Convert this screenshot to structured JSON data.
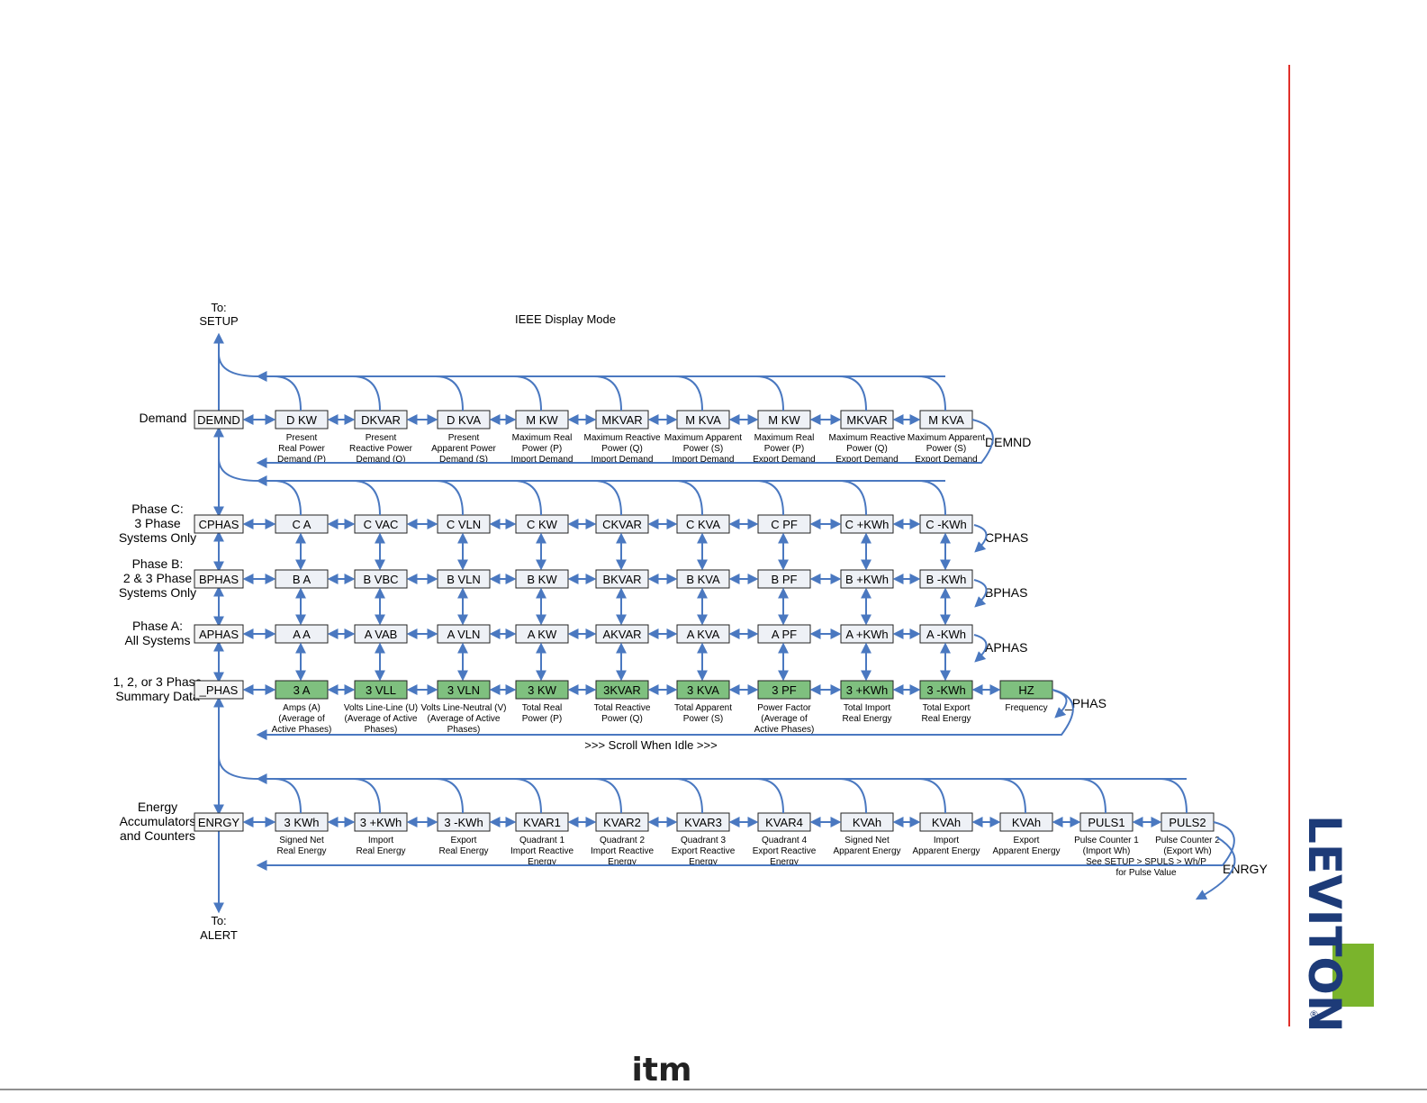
{
  "title": "IEEE Display Mode",
  "nav": {
    "to_setup": [
      "To:",
      "SETUP"
    ],
    "to_alert": [
      "To:",
      "ALERT"
    ]
  },
  "scroll_note": ">>>  Scroll When Idle  >>>",
  "colors": {
    "connector": "#4a78c0",
    "green_box": "#7fc07f",
    "box": "#eef1f6",
    "accent_red": "#e0302a",
    "brand_blue": "#1d3b78",
    "brand_green": "#7ab42c"
  },
  "brand": {
    "logo": "LEVITON",
    "registered": "®",
    "footer_logo": "itm"
  },
  "rows": [
    {
      "id": "demand",
      "row_label": [
        "Demand"
      ],
      "mode": "DEMND",
      "return_label": "DEMND",
      "items": [
        {
          "code": "D    KW",
          "desc": [
            "Present",
            "Real Power",
            "Demand (P)"
          ]
        },
        {
          "code": "DKVAR",
          "desc": [
            "Present",
            "Reactive Power",
            "Demand (Q)"
          ]
        },
        {
          "code": "D  KVA",
          "desc": [
            "Present",
            "Apparent Power",
            "Demand (S)"
          ]
        },
        {
          "code": "M   KW",
          "desc": [
            "Maximum  Real",
            "Power (P)",
            "Import Demand"
          ]
        },
        {
          "code": "MKVAR",
          "desc": [
            "Maximum Reactive",
            "Power  (Q)",
            "Import Demand"
          ]
        },
        {
          "code": "M  KVA",
          "desc": [
            "Maximum Apparent",
            "Power (S)",
            "Import Demand"
          ]
        },
        {
          "code": "M    KW",
          "desc": [
            "Maximum  Real",
            "Power (P)",
            "Export Demand"
          ]
        },
        {
          "code": "MKVAR",
          "desc": [
            "Maximum Reactive",
            "Power  (Q)",
            "Export Demand"
          ]
        },
        {
          "code": "M  KVA",
          "desc": [
            "Maximum Apparent",
            "Power (S)",
            "Export Demand"
          ]
        }
      ]
    },
    {
      "id": "phase-c",
      "row_label": [
        "Phase C:",
        "3 Phase",
        "Systems Only"
      ],
      "mode": "CPHAS",
      "return_label": "CPHAS",
      "items": [
        {
          "code": "C     A"
        },
        {
          "code": "C VAC"
        },
        {
          "code": "C  VLN"
        },
        {
          "code": "C    KW"
        },
        {
          "code": "CKVAR"
        },
        {
          "code": "C   KVA"
        },
        {
          "code": "C    PF"
        },
        {
          "code": "C +KWh"
        },
        {
          "code": "C -KWh"
        }
      ]
    },
    {
      "id": "phase-b",
      "row_label": [
        "Phase B:",
        "2 & 3 Phase",
        "Systems Only"
      ],
      "mode": "BPHAS",
      "return_label": "BPHAS",
      "items": [
        {
          "code": "B     A"
        },
        {
          "code": "B VBC"
        },
        {
          "code": "B  VLN"
        },
        {
          "code": "B    KW"
        },
        {
          "code": "BKVAR"
        },
        {
          "code": "B   KVA"
        },
        {
          "code": "B    PF"
        },
        {
          "code": "B +KWh"
        },
        {
          "code": "B -KWh"
        }
      ]
    },
    {
      "id": "phase-a",
      "row_label": [
        "Phase A:",
        "All Systems"
      ],
      "mode": "APHAS",
      "return_label": "APHAS",
      "items": [
        {
          "code": "A     A"
        },
        {
          "code": "A VAB"
        },
        {
          "code": "A  VLN"
        },
        {
          "code": "A    KW"
        },
        {
          "code": "AKVAR"
        },
        {
          "code": "A   KVA"
        },
        {
          "code": "A    PF"
        },
        {
          "code": "A +KWh"
        },
        {
          "code": "A -KWh"
        }
      ]
    },
    {
      "id": "summary",
      "row_label": [
        "1, 2, or 3 Phase",
        "Summary Data"
      ],
      "mode": "_PHAS",
      "return_label": "_PHAS",
      "green": true,
      "items": [
        {
          "code": "3     A",
          "desc": [
            "Amps (A)",
            "(Average of",
            "Active Phases)"
          ]
        },
        {
          "code": "3  VLL",
          "desc": [
            "Volts Line-Line (U)",
            "(Average of Active",
            "Phases)"
          ]
        },
        {
          "code": "3  VLN",
          "desc": [
            "Volts Line-Neutral (V)",
            "(Average of Active",
            "Phases)"
          ]
        },
        {
          "code": "3    KW",
          "desc": [
            "Total Real",
            "Power (P)"
          ]
        },
        {
          "code": "3KVAR",
          "desc": [
            "Total Reactive",
            "Power (Q)"
          ]
        },
        {
          "code": "3   KVA",
          "desc": [
            "Total Apparent",
            "Power (S)"
          ]
        },
        {
          "code": "3    PF",
          "desc": [
            "Power Factor",
            "(Average of",
            "Active Phases)"
          ]
        },
        {
          "code": "3 +KWh",
          "desc": [
            "Total Import",
            "Real Energy"
          ]
        },
        {
          "code": "3 -KWh",
          "desc": [
            "Total Export",
            "Real Energy"
          ]
        },
        {
          "code": "HZ",
          "desc": [
            "Frequency"
          ]
        }
      ]
    },
    {
      "id": "energy",
      "row_label": [
        "Energy",
        "Accumulators",
        "and Counters"
      ],
      "mode": "ENRGY",
      "return_label": "ENRGY",
      "items": [
        {
          "code": "3   KWh",
          "desc": [
            "Signed Net",
            "Real Energy"
          ]
        },
        {
          "code": "3 +KWh",
          "desc": [
            "Import",
            "Real Energy"
          ]
        },
        {
          "code": "3 -KWh",
          "desc": [
            "Export",
            "Real Energy"
          ]
        },
        {
          "code": "KVAR1",
          "desc": [
            "Quadrant 1",
            "Import Reactive",
            "Energy"
          ]
        },
        {
          "code": "KVAR2",
          "desc": [
            "Quadrant 2",
            "Import Reactive",
            "Energy"
          ]
        },
        {
          "code": "KVAR3",
          "desc": [
            "Quadrant 3",
            "Export Reactive",
            "Energy"
          ]
        },
        {
          "code": "KVAR4",
          "desc": [
            "Quadrant 4",
            "Export Reactive",
            "Energy"
          ]
        },
        {
          "code": "KVAh",
          "desc": [
            "Signed Net",
            "Apparent Energy"
          ]
        },
        {
          "code": "KVAh",
          "desc": [
            "Import",
            "Apparent Energy"
          ]
        },
        {
          "code": "KVAh",
          "desc": [
            "Export",
            "Apparent Energy"
          ]
        },
        {
          "code": "PULS1",
          "desc": [
            "Pulse Counter 1",
            "(Import Wh)"
          ]
        },
        {
          "code": "PULS2",
          "desc": [
            "Pulse Counter 2",
            "(Export Wh)"
          ]
        }
      ],
      "extra_note": [
        "See SETUP > SPULS > Wh/P",
        "for  Pulse Value"
      ]
    }
  ]
}
